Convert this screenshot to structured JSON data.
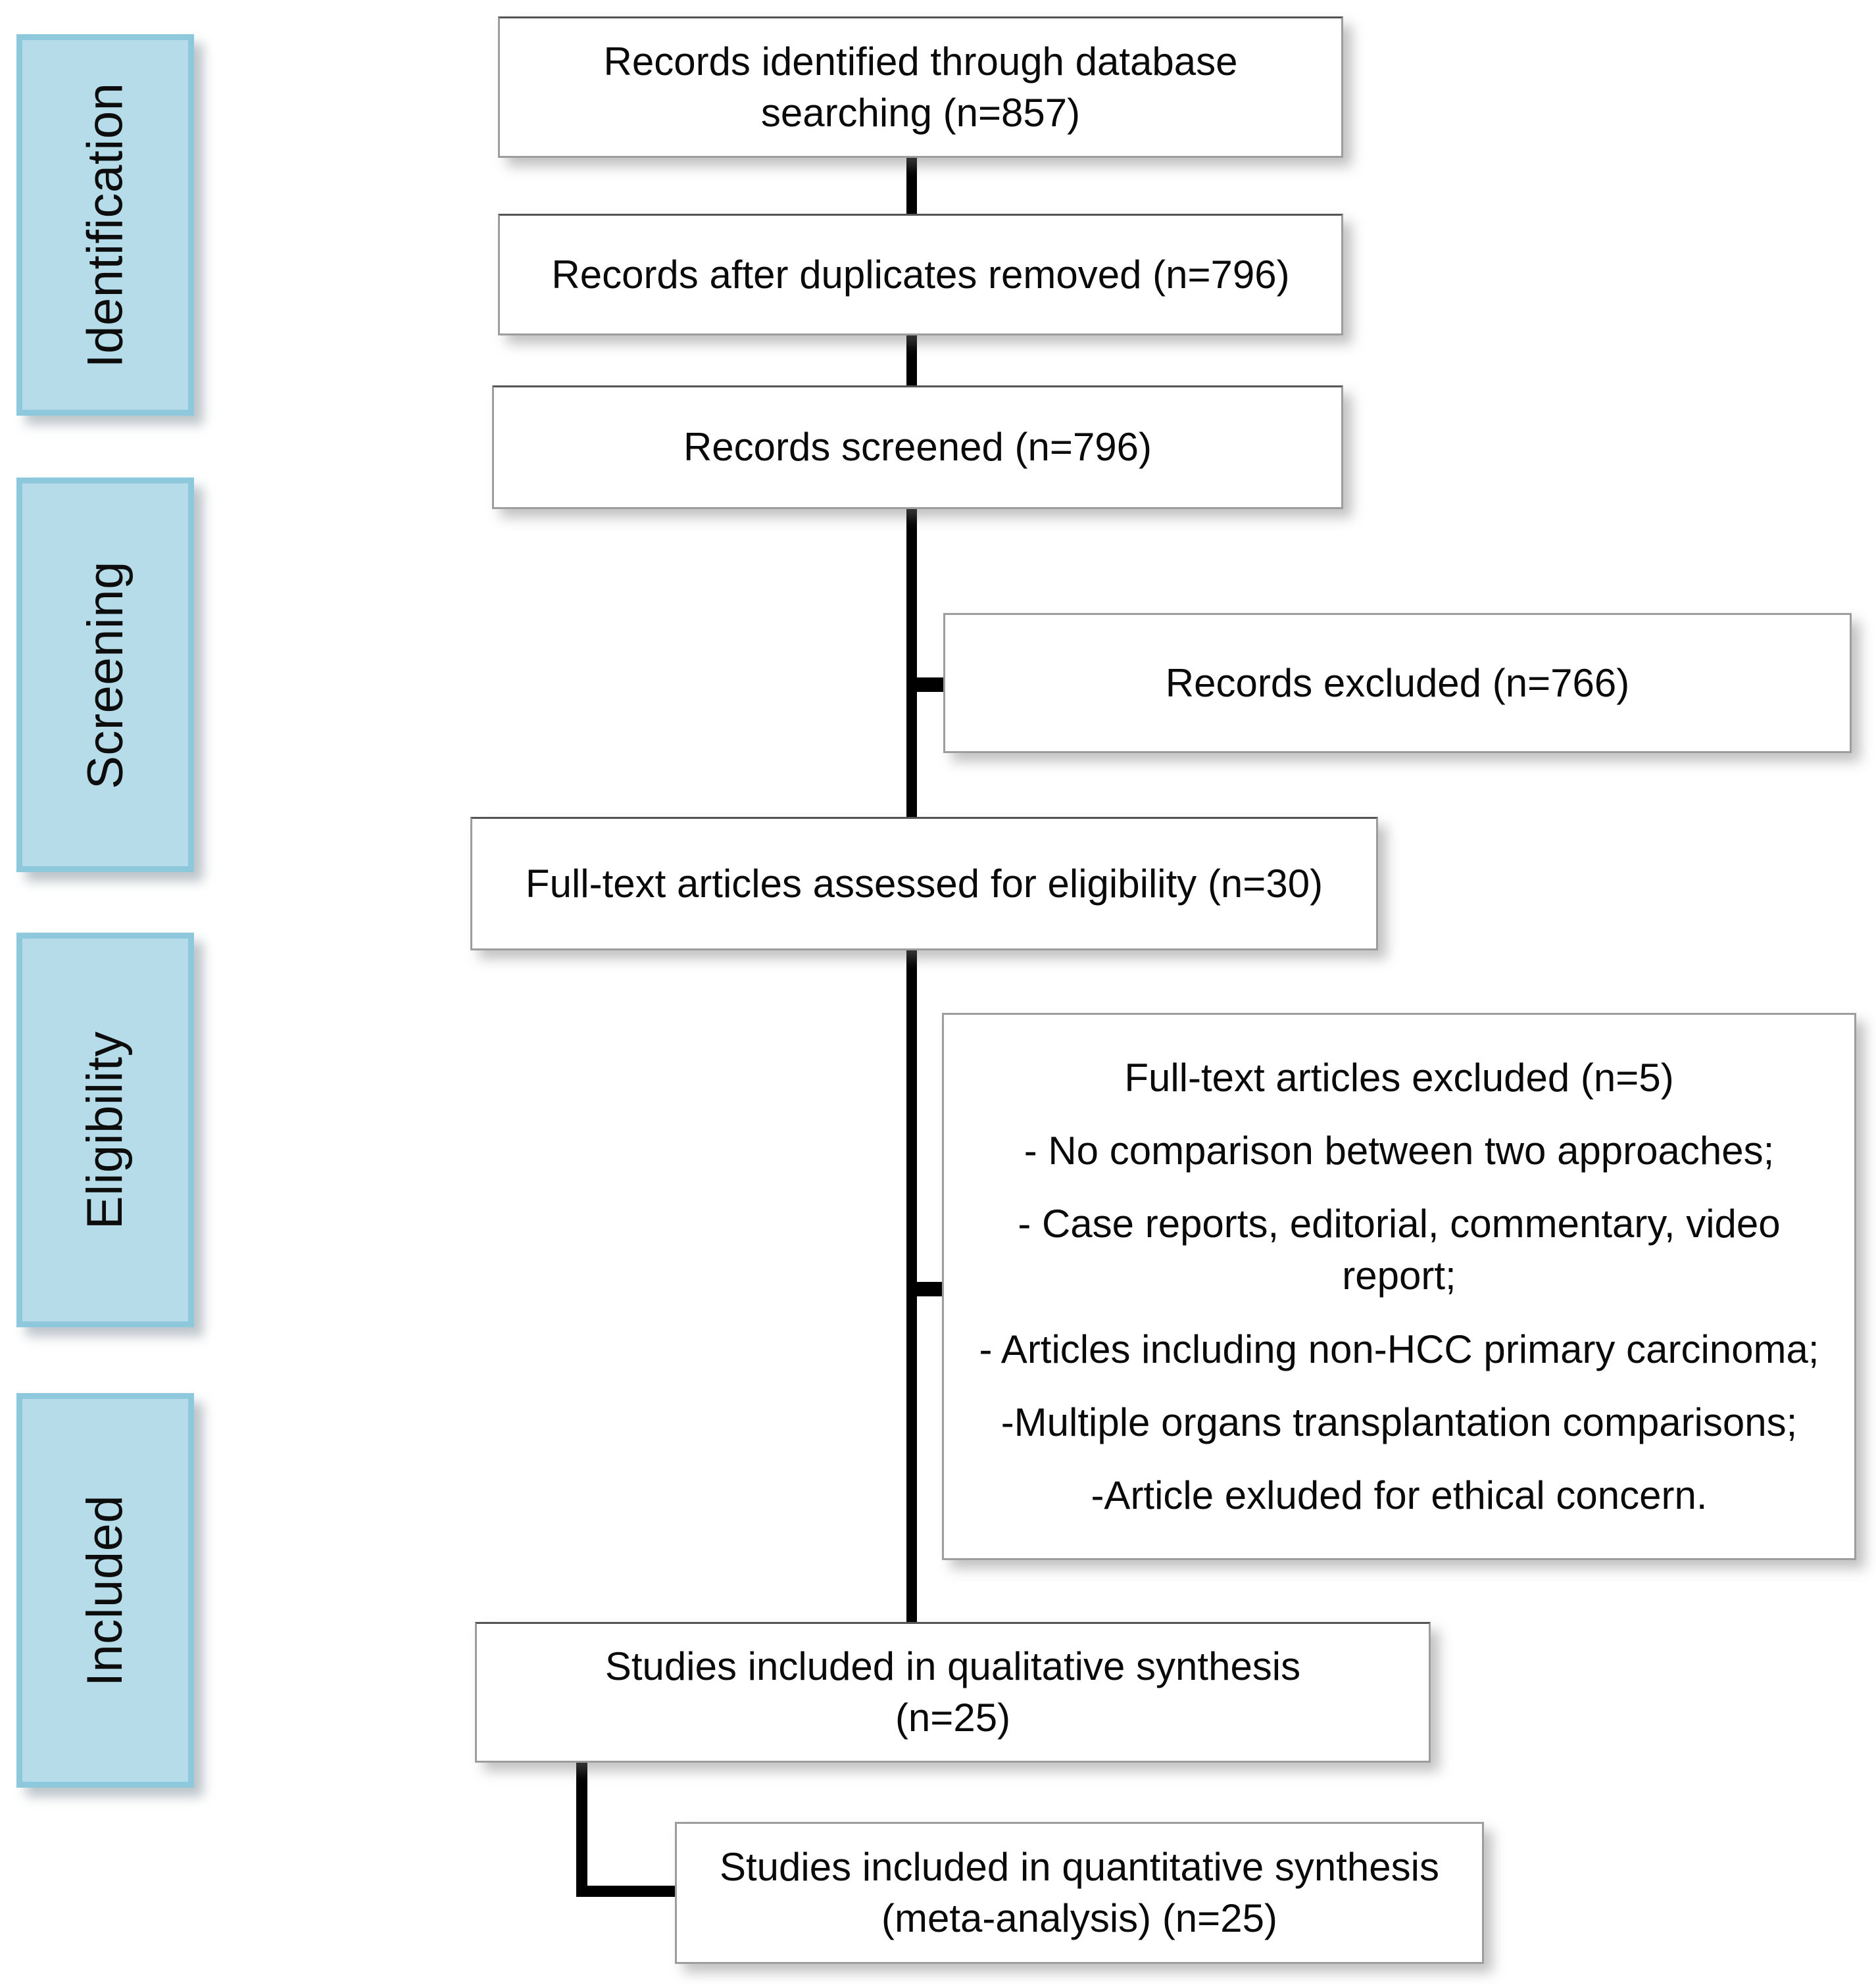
{
  "diagram": {
    "title": "PRISMA flow diagram",
    "accent_color": "#b6dce9",
    "accent_border_color": "#8dc8dd",
    "box_border_color": "#9d9d9d",
    "connector_color": "#000000"
  },
  "stages": [
    {
      "label": "Identification"
    },
    {
      "label": "Screening"
    },
    {
      "label": "Eligibility"
    },
    {
      "label": "Included"
    }
  ],
  "boxes": {
    "identified": {
      "line1": "Records identified through database",
      "line2": "searching (n=857)"
    },
    "after_duplicates": {
      "text": "Records after duplicates removed (n=796)"
    },
    "screened": {
      "text": "Records screened (n=796)"
    },
    "records_excluded": {
      "text": "Records excluded (n=766)"
    },
    "fulltext_assessed": {
      "text": "Full-text articles assessed for eligibility (n=30)"
    },
    "fulltext_excluded": {
      "heading": "Full-text articles excluded (n=5)",
      "reasons": [
        "- No comparison between two approaches;",
        "- Case reports, editorial, commentary, video report;",
        "- Articles including non-HCC primary carcinoma;",
        "-Multiple organs transplantation comparisons;",
        "-Article exluded for ethical concern."
      ]
    },
    "qualitative": {
      "line1": "Studies included in qualitative synthesis",
      "line2": "(n=25)"
    },
    "quantitative": {
      "line1": "Studies included in quantitative synthesis",
      "line2": "(meta-analysis) (n=25)"
    }
  },
  "chart_data": {
    "type": "diagram",
    "title": "PRISMA flow diagram",
    "nodes": [
      {
        "id": "identified",
        "stage": "Identification",
        "label": "Records identified through database searching (n=857)",
        "n": 857
      },
      {
        "id": "after_duplicates",
        "stage": "Identification",
        "label": "Records after duplicates removed (n=796)",
        "n": 796
      },
      {
        "id": "screened",
        "stage": "Screening",
        "label": "Records screened (n=796)",
        "n": 796
      },
      {
        "id": "records_excluded",
        "stage": "Screening",
        "label": "Records excluded (n=766)",
        "n": 766
      },
      {
        "id": "fulltext_assessed",
        "stage": "Eligibility",
        "label": "Full-text articles assessed for eligibility (n=30)",
        "n": 30
      },
      {
        "id": "fulltext_excluded",
        "stage": "Eligibility",
        "label": "Full-text articles excluded (n=5)",
        "n": 5
      },
      {
        "id": "qualitative",
        "stage": "Included",
        "label": "Studies included in qualitative synthesis (n=25)",
        "n": 25
      },
      {
        "id": "quantitative",
        "stage": "Included",
        "label": "Studies included in quantitative synthesis (meta-analysis) (n=25)",
        "n": 25
      }
    ],
    "edges": [
      {
        "from": "identified",
        "to": "after_duplicates"
      },
      {
        "from": "after_duplicates",
        "to": "screened"
      },
      {
        "from": "screened",
        "to": "records_excluded"
      },
      {
        "from": "screened",
        "to": "fulltext_assessed"
      },
      {
        "from": "fulltext_assessed",
        "to": "fulltext_excluded"
      },
      {
        "from": "fulltext_assessed",
        "to": "qualitative"
      },
      {
        "from": "qualitative",
        "to": "quantitative"
      }
    ]
  }
}
